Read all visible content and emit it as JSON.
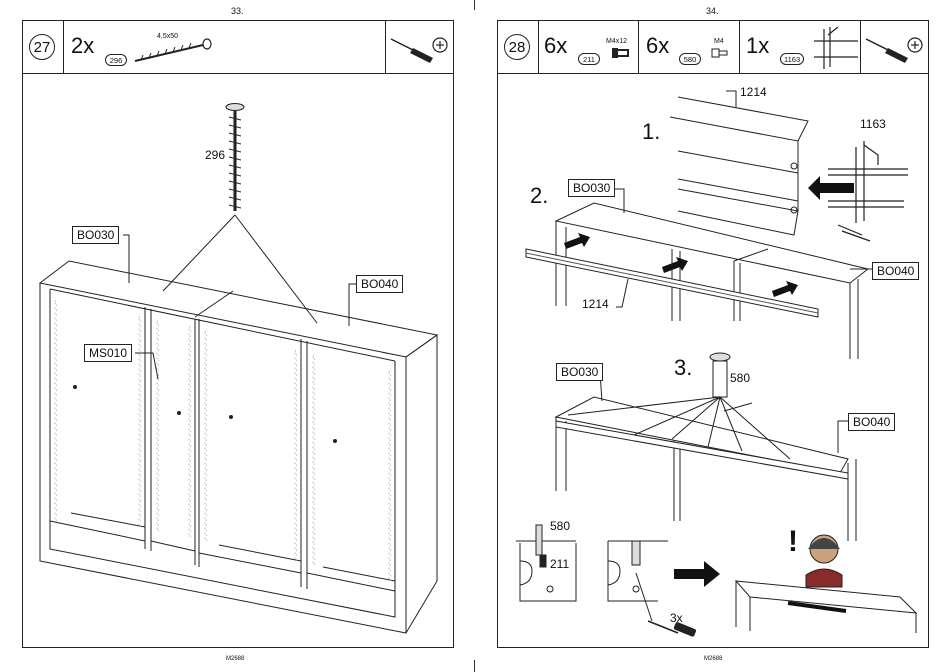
{
  "page_numbers": {
    "left": "33.",
    "right": "34."
  },
  "footer": {
    "left": "M2688",
    "right": "M2688"
  },
  "left_page": {
    "step": "27",
    "parts": [
      {
        "qty": "2x",
        "part": "296",
        "size": "4,5x50"
      }
    ],
    "labels": {
      "top": "BO030",
      "right": "BO040",
      "side": "MS010",
      "screw": "296"
    }
  },
  "right_page": {
    "step": "28",
    "parts": [
      {
        "qty": "6x",
        "part": "211",
        "size": "M4x12"
      },
      {
        "qty": "6x",
        "part": "580",
        "size": "M4"
      },
      {
        "qty": "1x",
        "part": "1163",
        "size": ""
      }
    ],
    "steps": {
      "s1": "1.",
      "s2": "2.",
      "s3": "3."
    },
    "labels": {
      "rail_top": "1214",
      "bracket": "1163",
      "bo030_a": "BO030",
      "bo040_a": "BO040",
      "rail_bottom": "1214",
      "bo030_b": "BO030",
      "bo040_b": "BO040",
      "cap": "580",
      "detail_580": "580",
      "detail_211": "211",
      "count_3x": "3x",
      "warn": "!"
    }
  }
}
